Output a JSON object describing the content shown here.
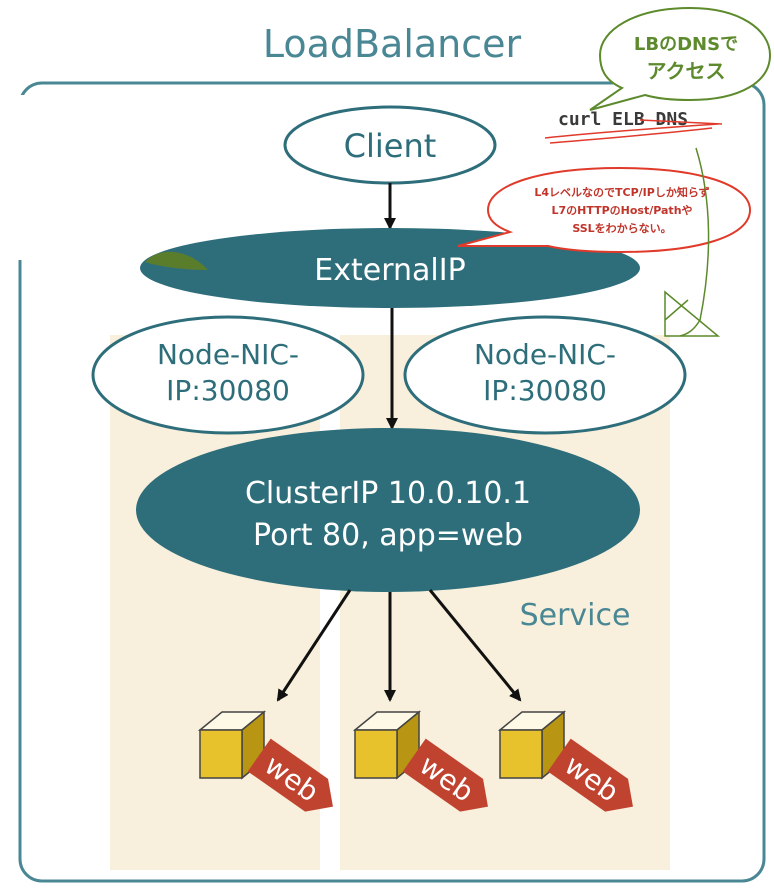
{
  "title": "LoadBalancer",
  "client": "Client",
  "external_ip": "ExternalIP",
  "node_left": {
    "line1": "Node-NIC-",
    "line2": "IP:30080"
  },
  "node_right": {
    "line1": "Node-NIC-",
    "line2": "IP:30080"
  },
  "cluster": {
    "line1": "ClusterIP 10.0.10.1",
    "line2": "Port 80, app=web"
  },
  "service": "Service",
  "pods": [
    "web",
    "web",
    "web"
  ],
  "speech": {
    "line1": "LBのDNSで",
    "line2": "アクセス"
  },
  "command": "curl ELB DNS",
  "note": {
    "line1": "L4レベルなのでTCP/IPしか知らず",
    "line2": "L7のHTTPのHost/Pathや",
    "line3": "SSLをわからない。"
  },
  "colors": {
    "teal": "#2e6e7b",
    "title": "#4a8794",
    "beige": "#f8efdc",
    "pod_front": "#e8c22c",
    "pod_tag": "#c0432f",
    "note_red": "#e03a2a",
    "speech_green": "#5c8a2c"
  }
}
